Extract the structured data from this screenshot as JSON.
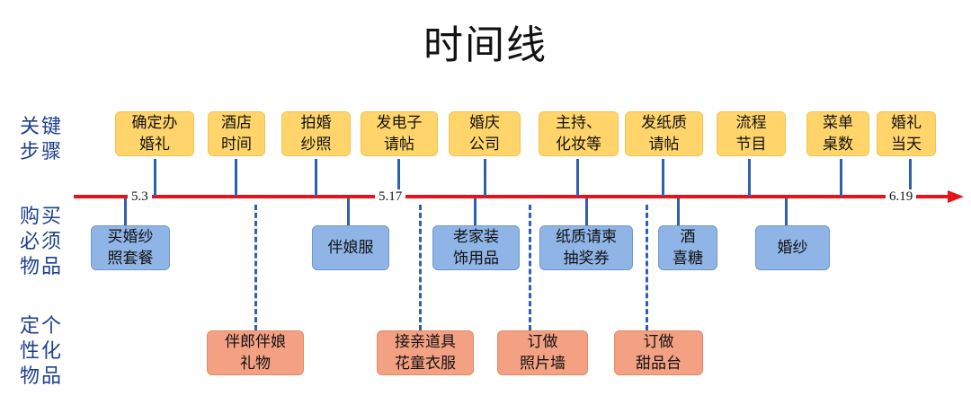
{
  "title": "时间线",
  "row_labels": {
    "steps": "关键\n步骤",
    "buy": "购买\n必须\n物品",
    "custom": "定个\n性化\n物品"
  },
  "dates": [
    "5.3",
    "5.17",
    "6.19"
  ],
  "colors": {
    "axis": "#e8121a",
    "connector": "#2f5fb0",
    "step_box": "#ffd56b",
    "buy_box": "#8fb4e6",
    "custom_box": "#f4a183",
    "row_label": "#1f3f8f"
  },
  "steps": [
    "确定办\n婚礼",
    "酒店\n时间",
    "拍婚\n纱照",
    "发电子\n请帖",
    "婚庆\n公司",
    "主持、\n化妆等",
    "发纸质\n请帖",
    "流程\n节目",
    "菜单\n桌数",
    "婚礼\n当天"
  ],
  "buy_items": [
    "买婚纱\n照套餐",
    "伴娘服",
    "老家装\n饰用品",
    "纸质请柬\n抽奖券",
    "酒\n喜糖",
    "婚纱"
  ],
  "custom_items": [
    "伴郎伴娘\n礼物",
    "接亲道具\n花童衣服",
    "订做\n照片墙",
    "订做\n甜品台"
  ]
}
